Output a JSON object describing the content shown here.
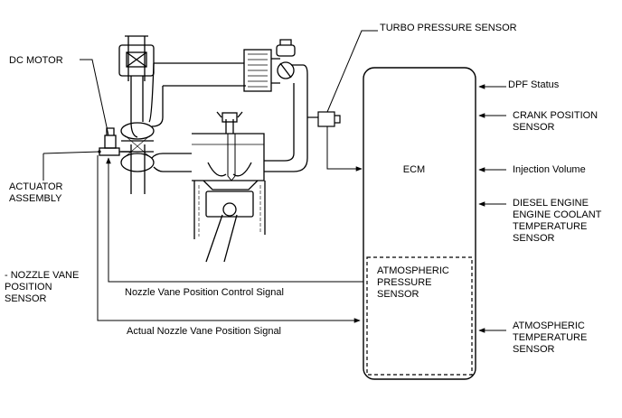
{
  "labels": {
    "dc_motor": "DC MOTOR",
    "turbo_pressure_sensor": "TURBO PRESSURE SENSOR",
    "actuator_assembly": [
      "ACTUATOR",
      "ASSEMBLY"
    ],
    "nozzle_vane_position_sensor": [
      "- NOZZLE VANE",
      "POSITION",
      "SENSOR"
    ],
    "ecm": "ECM",
    "atmospheric_pressure_sensor": [
      "ATMOSPHERIC",
      "PRESSURE",
      "SENSOR"
    ],
    "control_signal": "Nozzle Vane Position Control Signal",
    "actual_signal": "Actual Nozzle Vane Position Signal"
  },
  "ecm_inputs": [
    {
      "lines": [
        "DPF Status"
      ]
    },
    {
      "lines": [
        "CRANK POSITION",
        "SENSOR"
      ]
    },
    {
      "lines": [
        "Injection Volume"
      ]
    },
    {
      "lines": [
        "DIESEL ENGINE",
        "ENGINE COOLANT",
        "TEMPERATURE",
        "SENSOR"
      ]
    },
    {
      "lines": [
        "ATMOSPHERIC",
        "TEMPERATURE",
        "SENSOR"
      ]
    }
  ],
  "colors": {
    "line": "#000000",
    "background": "#ffffff"
  }
}
